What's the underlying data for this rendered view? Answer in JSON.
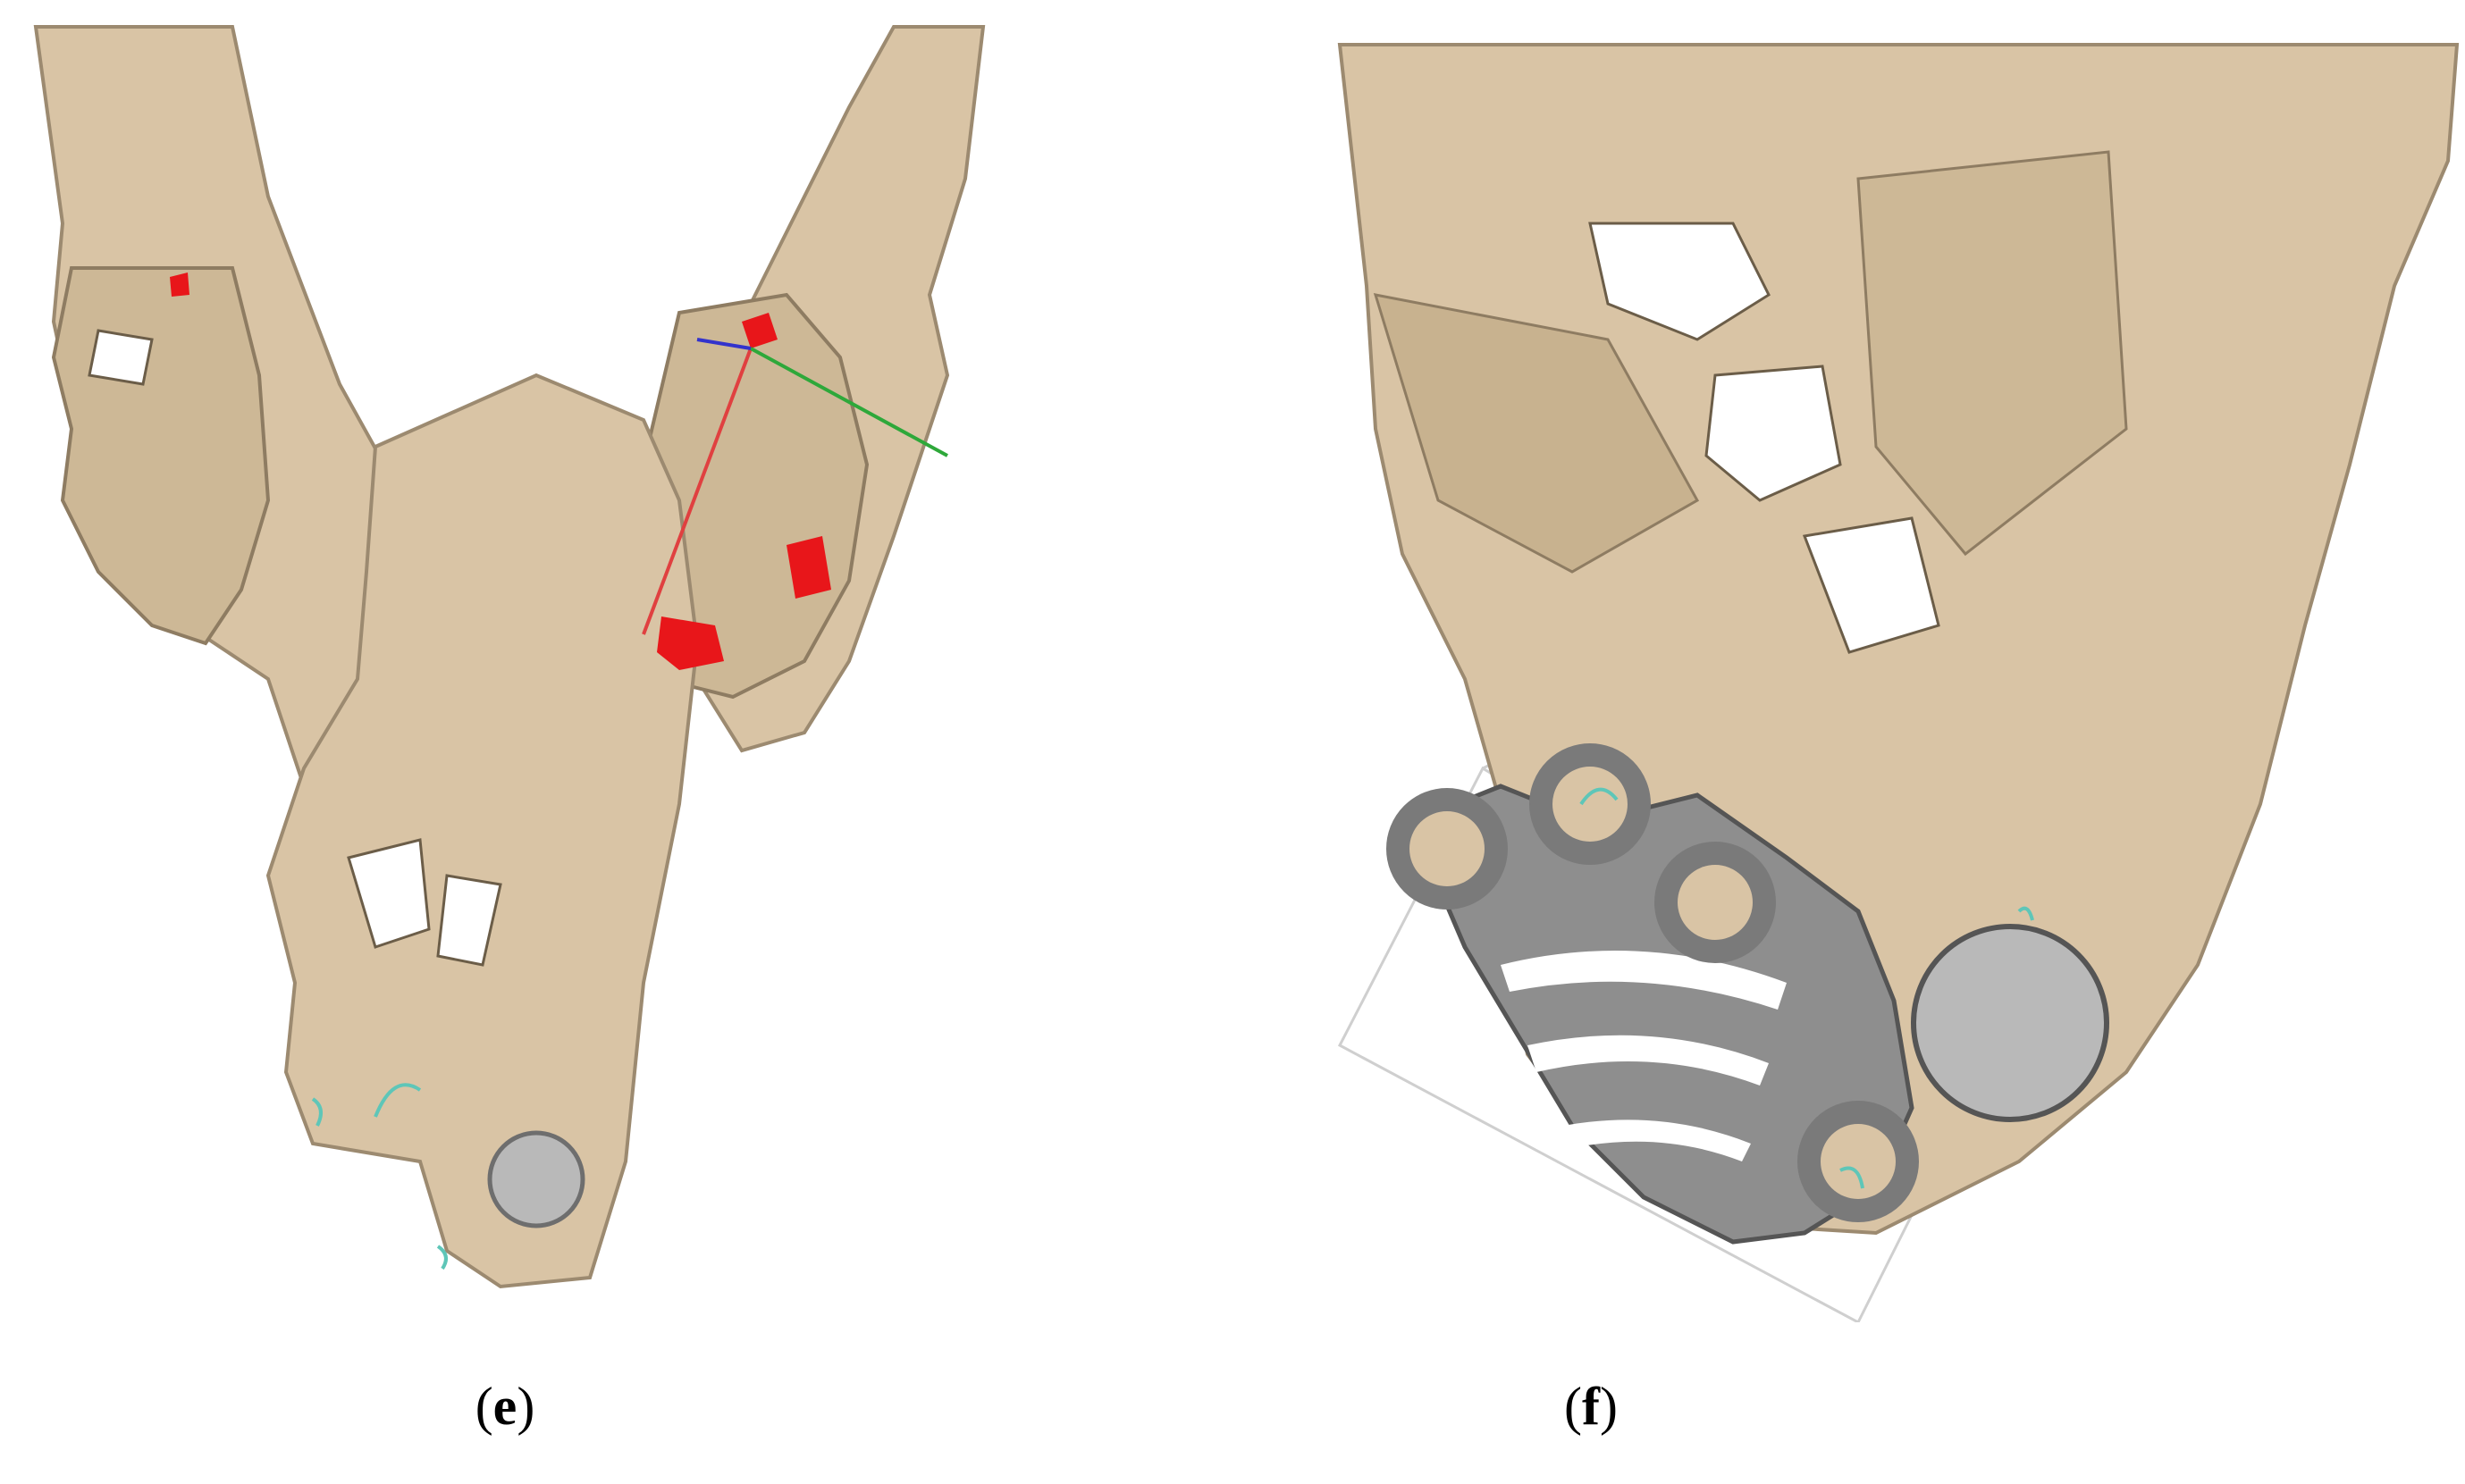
{
  "figure": {
    "panels": [
      {
        "id": "e",
        "caption_open": "(",
        "caption_letter": "e",
        "caption_close": ")"
      },
      {
        "id": "f",
        "caption_open": "(",
        "caption_letter": "f",
        "caption_close": ")"
      }
    ]
  },
  "colors": {
    "bone": "#d9c4a5",
    "bone_shadow": "#9c8a70",
    "bone_dark": "#6b5d48",
    "highlight_red": "#e8161a",
    "implant_gray": "#8e8e8e",
    "implant_light": "#b9b9b9",
    "marker_cyan": "#5ec6b8",
    "axis_red": "#e04040",
    "axis_green": "#2ea83a",
    "axis_blue": "#3333cc"
  }
}
